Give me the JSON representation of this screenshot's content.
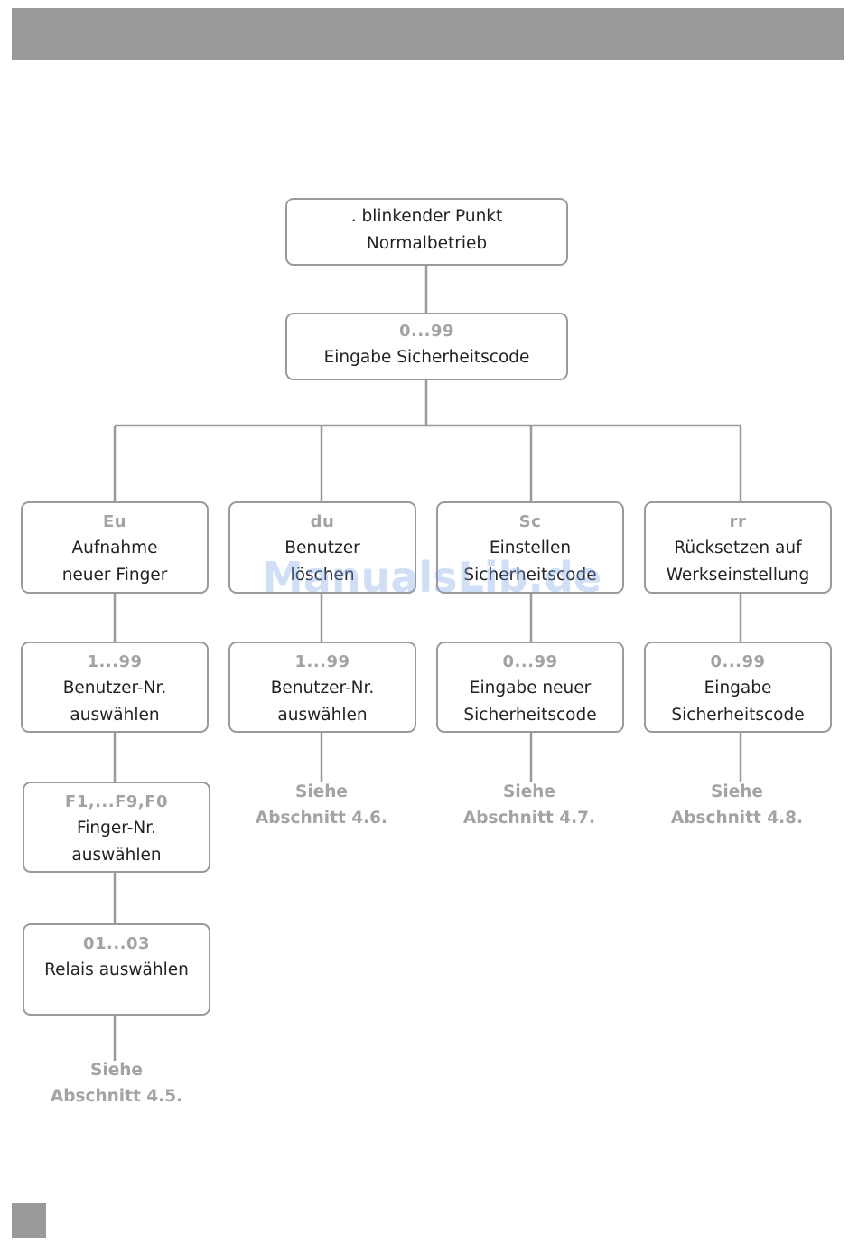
{
  "root": {
    "line1": ". blinkender Punkt",
    "line2": "Normalbetrieb"
  },
  "security": {
    "code": "0...99",
    "label": "Eingabe Sicherheitscode"
  },
  "branches": [
    {
      "level1": {
        "code": "Eu",
        "line1": "Aufnahme",
        "line2": "neuer Finger"
      },
      "level2": {
        "code": "1...99",
        "line1": "Benutzer-Nr.",
        "line2": "auswählen"
      },
      "level3": {
        "code": "F1,...F9,F0",
        "line1": "Finger-Nr.",
        "line2": "auswählen"
      },
      "level4": {
        "code": "01...03",
        "line1": "Relais auswählen"
      },
      "ref": {
        "line1": "Siehe",
        "line2": "Abschnitt 4.5."
      }
    },
    {
      "level1": {
        "code": "du",
        "line1": "Benutzer",
        "line2": "löschen"
      },
      "level2": {
        "code": "1...99",
        "line1": "Benutzer-Nr.",
        "line2": "auswählen"
      },
      "ref": {
        "line1": "Siehe",
        "line2": "Abschnitt 4.6."
      }
    },
    {
      "level1": {
        "code": "Sc",
        "line1": "Einstellen",
        "line2": "Sicherheitscode"
      },
      "level2": {
        "code": "0...99",
        "line1": "Eingabe neuer",
        "line2": "Sicherheitscode"
      },
      "ref": {
        "line1": "Siehe",
        "line2": "Abschnitt 4.7."
      }
    },
    {
      "level1": {
        "code": "rr",
        "line1": "Rücksetzen auf",
        "line2": "Werkseinstellung"
      },
      "level2": {
        "code": "0...99",
        "line1": "Eingabe",
        "line2": "Sicherheitscode"
      },
      "ref": {
        "line1": "Siehe",
        "line2": "Abschnitt 4.8."
      }
    }
  ],
  "watermark": "ManualsLib.de",
  "colors": {
    "bar": "#999999",
    "border": "#9a9a9a",
    "code_text": "#a3a3a3",
    "body_text": "#222222"
  }
}
